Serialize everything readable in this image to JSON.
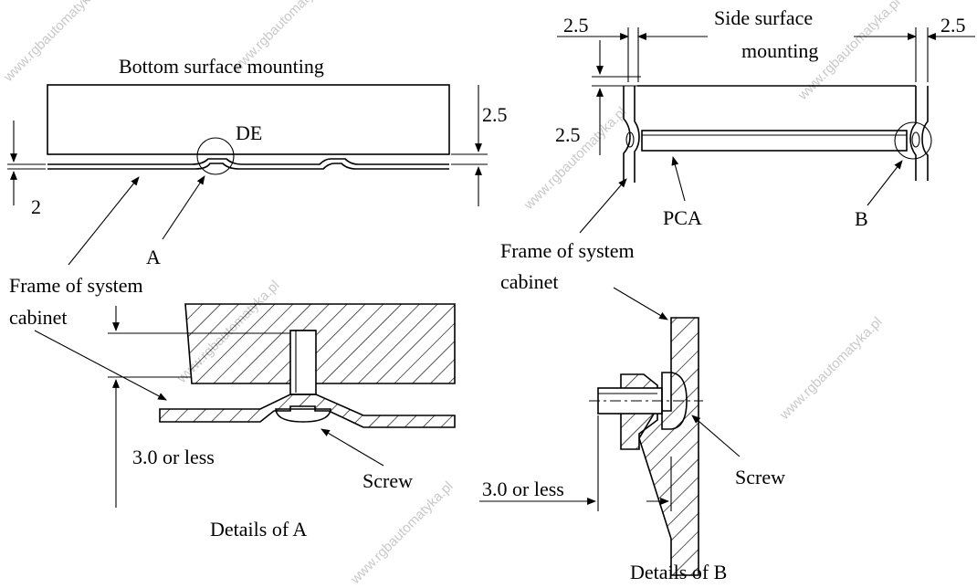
{
  "labels": {
    "bottom_title": "Bottom surface mounting",
    "de": "DE",
    "dim_left_2": "2",
    "dim_right_25": "2.5",
    "label_a": "A",
    "frame_left_line1": "Frame of system",
    "frame_left_line2": "cabinet",
    "side_title_line1": "Side surface",
    "side_title_line2": "mounting",
    "dim_top_left_25": "2.5",
    "dim_top_right_25": "2.5",
    "dim_side_25": "2.5",
    "pca": "PCA",
    "label_b": "B",
    "frame_right_line1": "Frame of system",
    "frame_right_line2": "cabinet",
    "detail_a_dim": "3.0 or less",
    "detail_a_screw": "Screw",
    "detail_a_caption": "Details of A",
    "detail_b_dim": "3.0 or less",
    "detail_b_screw": "Screw",
    "detail_b_caption": "Details of B"
  },
  "watermark": "www.rgbautomatyka.pl"
}
